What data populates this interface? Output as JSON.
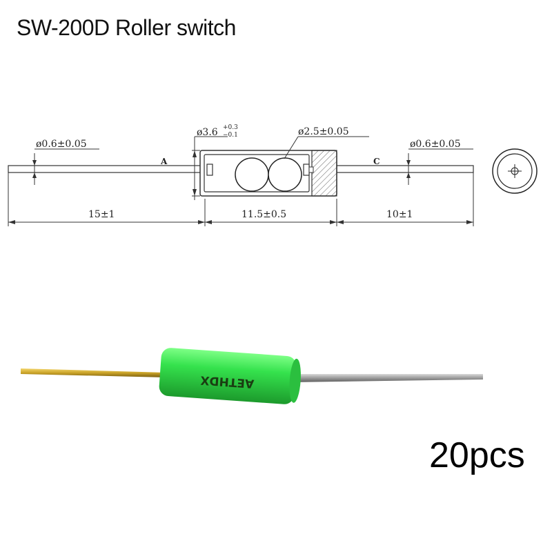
{
  "title": "SW-200D Roller switch",
  "quantity": "20pcs",
  "drawing": {
    "lead_a_diameter": "ø0.6±0.05",
    "body_diameter": "ø3.6",
    "body_diameter_tol_upper": "+0.3",
    "body_diameter_tol_lower": "−0.1",
    "ball_diameter": "ø2.5±0.05",
    "lead_c_diameter": "ø0.6±0.05",
    "pin_a_label": "A",
    "pin_c_label": "C",
    "lead_a_length": "15±1",
    "body_length": "11.5±0.5",
    "lead_c_length": "10±1"
  },
  "photo": {
    "body_marking": "AETHDX"
  },
  "colors": {
    "body_green": "#35e24d",
    "lead_gold": "#c9a227",
    "lead_steel": "#9a9a9a",
    "line": "#333333"
  }
}
